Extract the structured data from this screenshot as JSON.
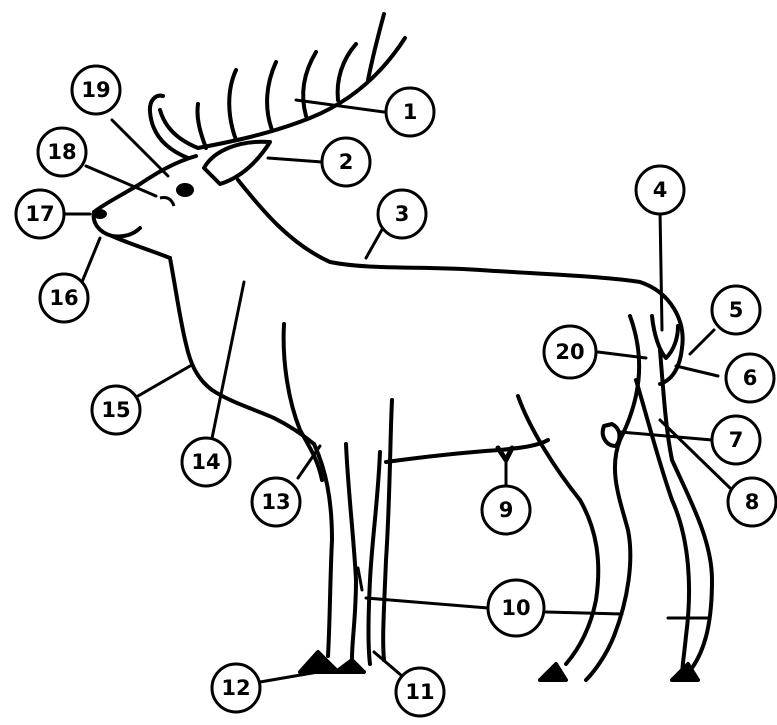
{
  "labels": [
    {
      "id": "1",
      "text": "1"
    },
    {
      "id": "2",
      "text": "2"
    },
    {
      "id": "3",
      "text": "3"
    },
    {
      "id": "4",
      "text": "4"
    },
    {
      "id": "5",
      "text": "5"
    },
    {
      "id": "6",
      "text": "6"
    },
    {
      "id": "7",
      "text": "7"
    },
    {
      "id": "8",
      "text": "8"
    },
    {
      "id": "9",
      "text": "9"
    },
    {
      "id": "10",
      "text": "10"
    },
    {
      "id": "11",
      "text": "11"
    },
    {
      "id": "12",
      "text": "12"
    },
    {
      "id": "13",
      "text": "13"
    },
    {
      "id": "14",
      "text": "14"
    },
    {
      "id": "15",
      "text": "15"
    },
    {
      "id": "16",
      "text": "16"
    },
    {
      "id": "17",
      "text": "17"
    },
    {
      "id": "18",
      "text": "18"
    },
    {
      "id": "19",
      "text": "19"
    },
    {
      "id": "20",
      "text": "20"
    }
  ]
}
